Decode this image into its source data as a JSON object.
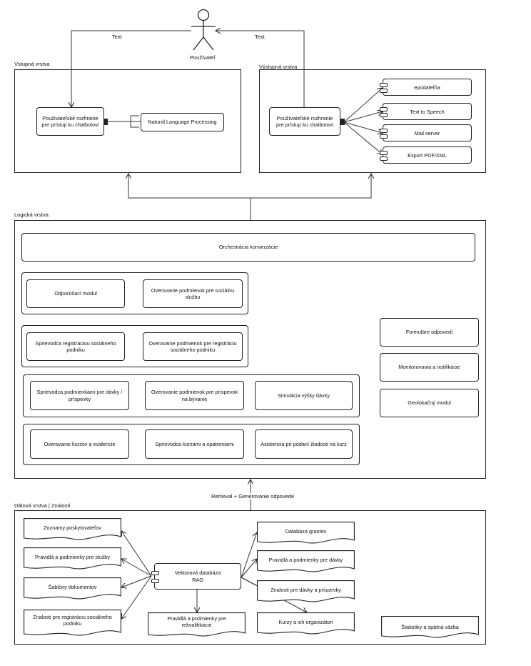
{
  "actor": {
    "label": "Používateľ"
  },
  "arrows": {
    "text_left": "Text",
    "text_right": "Text",
    "retrieval": "Retrieval + Generovanie odpovede"
  },
  "input_layer": {
    "title": "Vstupná vrstva",
    "ui_box": "Používateľské rozhranie pre prístup ku chatbotovi",
    "nlp": "Natural Language Processing"
  },
  "output_layer": {
    "title": "Výstupná vrstva",
    "ui_box": "Používateľské rozhranie pre prístup ku chatbotovi",
    "components": [
      "epodateľňa",
      "Text to Speech",
      "Mail server",
      "Export PDF/XML"
    ]
  },
  "logic_layer": {
    "title": "Logická vrstva",
    "orchestration": "Orchestrácia konverzácie",
    "group1": [
      "Odporúčací modul",
      "Overovanie podmienok pre sociálnu službu"
    ],
    "group2": [
      "Sprievodca registráciou sociálneho podniku",
      "Overovanie podmienok pre registráciu sociálneho podniku"
    ],
    "group3": [
      "Sprievodca podmienkami pre dávky / príspevky",
      "Overovanie podmienok pre príspevok na bývanie",
      "Simulácia výšky dávky"
    ],
    "group4": [
      "Overovanie kurzov a evidencie",
      "Sprievodca kurzami a opatreniami",
      "Asistencia pri podaní žiadosti na kurz"
    ],
    "right": [
      "Formuláre odpovedí",
      "Monitorovania a notifikácie",
      "Geolokačný modul"
    ]
  },
  "data_layer": {
    "title": "Dátová vrstva | Znalosti",
    "vector_db": "Vektorová databáza RAG",
    "left_docs": [
      "Zoznamy poskytovateľov",
      "Pravidlá a podmienky pre služby",
      "Šablóny dokumentov",
      "Znalosti pre registráciu sociálneho podniku"
    ],
    "bottom_doc": "Pravidlá a podmienky pre rekvalifikácie",
    "right_docs": [
      "Databáza grantov",
      "Pravidlá a podmienky pre dávky",
      "Znalosti pre dávky a príspevky",
      "Kurzy a ich organizátori"
    ],
    "stats": "Štatistiky a spätná väzba"
  }
}
